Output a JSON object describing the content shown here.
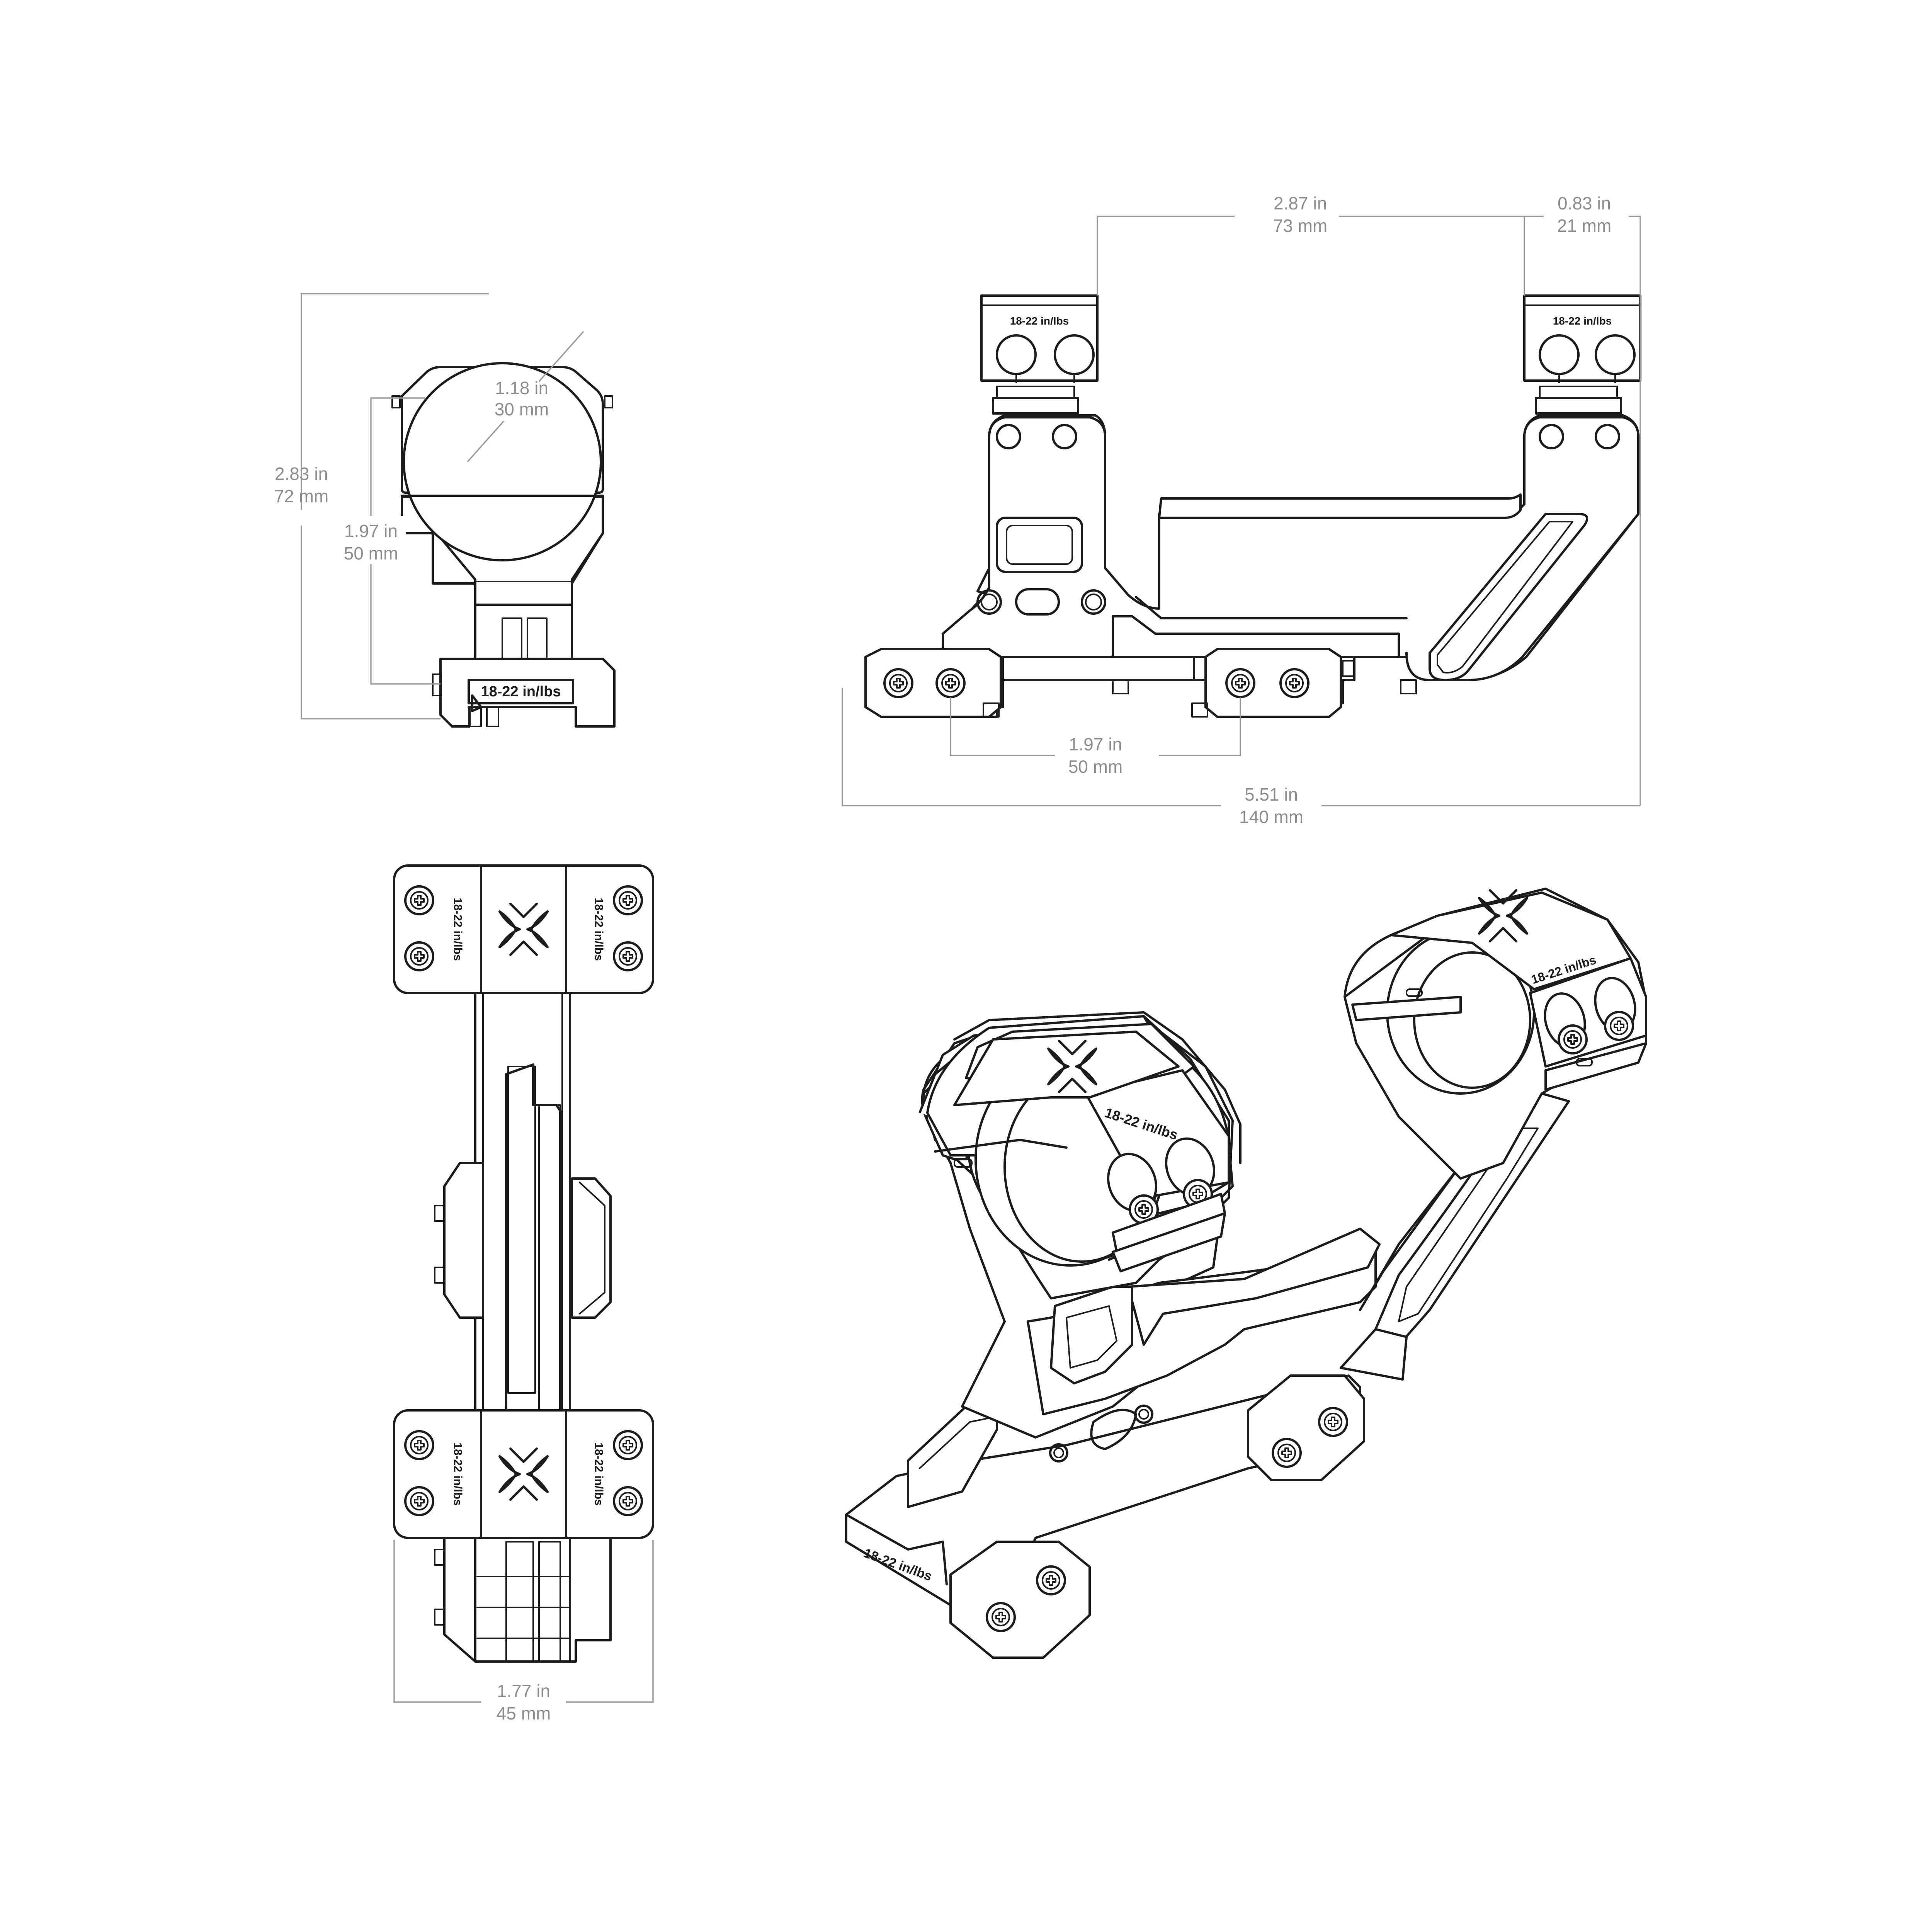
{
  "torque_label": "18-22 in/lbs",
  "dimensions": {
    "height_total": {
      "inch": "2.83 in",
      "mm": "72 mm"
    },
    "center_height": {
      "inch": "1.97 in",
      "mm": "50 mm"
    },
    "ring_diameter": {
      "inch": "1.18 in",
      "mm": "30 mm"
    },
    "ring_spacing": {
      "inch": "2.87 in",
      "mm": "73 mm"
    },
    "ring_width": {
      "inch": "0.83 in",
      "mm": "21 mm"
    },
    "clamp_spacing": {
      "inch": "1.97 in",
      "mm": "50 mm"
    },
    "length_total": {
      "inch": "5.51 in",
      "mm": "140 mm"
    },
    "width_total": {
      "inch": "1.77 in",
      "mm": "45 mm"
    }
  },
  "colors": {
    "line": "#1c1c1c",
    "dimension": "#9a9a9a",
    "dimension_text": "#8d8d8d",
    "background": "#ffffff"
  },
  "icons": [
    "logo-mark-icon",
    "torx-screw-icon"
  ]
}
